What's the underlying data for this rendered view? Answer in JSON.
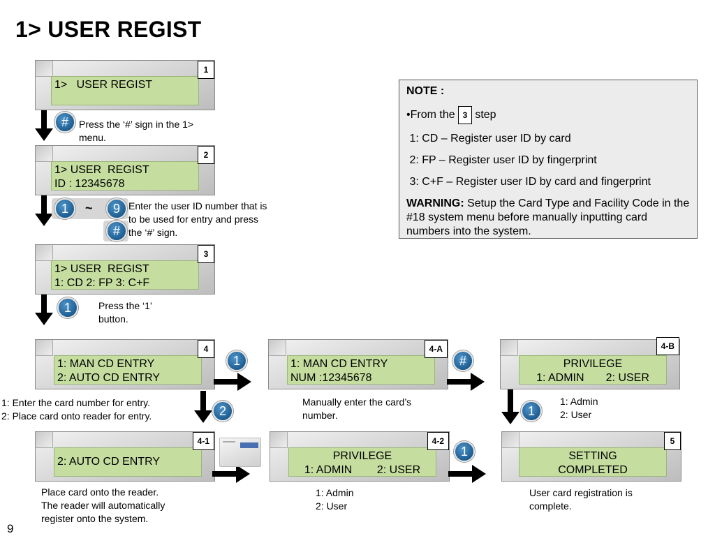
{
  "title": "1> USER REGIST",
  "page_number": "9",
  "panels": {
    "p1": {
      "tag": "1",
      "lines": [
        "1>   USER REGIST"
      ]
    },
    "p2": {
      "tag": "2",
      "lines": [
        "1> USER  REGIST",
        "ID : 12345678"
      ]
    },
    "p3": {
      "tag": "3",
      "lines": [
        "1> USER  REGIST",
        "1: CD 2: FP 3: C+F"
      ]
    },
    "p4": {
      "tag": "4",
      "lines": [
        "1: MAN CD ENTRY",
        "2: AUTO CD ENTRY"
      ]
    },
    "p4a": {
      "tag": "4-A",
      "lines": [
        "1: MAN CD ENTRY",
        "NUM :12345678"
      ]
    },
    "p4b": {
      "tag": "4-B",
      "lines": [
        "PRIVILEGE",
        "1: ADMIN       2: USER"
      ]
    },
    "p41": {
      "tag": "4-1",
      "lines": [
        "2: AUTO CD ENTRY"
      ]
    },
    "p42": {
      "tag": "4-2",
      "lines": [
        "PRIVILEGE",
        "1: ADMIN        2: USER"
      ]
    },
    "p5": {
      "tag": "5",
      "lines": [
        "SETTING",
        "COMPLETED"
      ]
    }
  },
  "buttons": {
    "hash1": "#",
    "one_a": "1",
    "tilde": "~",
    "nine": "9",
    "hash2": "#",
    "one_b": "1",
    "one_c": "1",
    "two": "2",
    "hash3": "#",
    "one_d": "1",
    "one_e": "1"
  },
  "instructions": {
    "step1": [
      "Press the ‘#’ sign in the 1>",
      "menu."
    ],
    "step2": [
      "Enter the user ID number that is",
      "to be used for entry and press",
      "the ‘#’ sign."
    ],
    "step3": [
      "Press the ‘1’",
      "button."
    ],
    "step4": [
      "1: Enter the card number for entry.",
      "2: Place card onto reader for entry."
    ],
    "step4a": [
      "Manually enter the card’s",
      "number."
    ],
    "step4b": [
      "1: Admin",
      "2: User"
    ],
    "step41": [
      "Place card onto the reader.",
      "The reader will automatically",
      "register onto the system."
    ],
    "step42": [
      "1: Admin",
      "2: User"
    ],
    "step5": [
      "User card registration is",
      "complete."
    ]
  },
  "note": {
    "heading": "NOTE :",
    "from_prefix": "•From the",
    "from_tag": "3",
    "from_suffix": "step",
    "options": [
      " 1: CD – Register user ID by card",
      " 2: FP – Register user ID by fingerprint",
      " 3: C+F – Register user ID by card and fingerprint"
    ],
    "warning_label": "WARNING:",
    "warning_text": " Setup the Card Type and Facility Code in the #18 system menu before manually inputting card numbers into the system."
  },
  "colors": {
    "screen": "#c5dea0",
    "button": "#1d5e92",
    "note_bg": "#ececec"
  }
}
